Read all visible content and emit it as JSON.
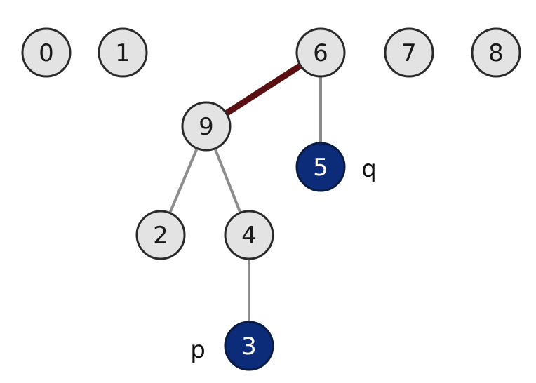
{
  "colors": {
    "node_fill": "#e3e3e3",
    "node_stroke": "#2a2a2a",
    "node_text": "#1a1a1a",
    "highlight_fill": "#0c2b78",
    "highlight_stroke": "#0b1c43",
    "highlight_text": "#ffffff",
    "edge": "#8d8d8d",
    "highlight_edge": "#5a1010"
  },
  "nodes": [
    {
      "id": "0",
      "label": "0",
      "highlighted": false
    },
    {
      "id": "1",
      "label": "1",
      "highlighted": false
    },
    {
      "id": "6",
      "label": "6",
      "highlighted": false
    },
    {
      "id": "7",
      "label": "7",
      "highlighted": false
    },
    {
      "id": "8",
      "label": "8",
      "highlighted": false
    },
    {
      "id": "9",
      "label": "9",
      "highlighted": false
    },
    {
      "id": "5",
      "label": "5",
      "highlighted": true
    },
    {
      "id": "2",
      "label": "2",
      "highlighted": false
    },
    {
      "id": "4",
      "label": "4",
      "highlighted": false
    },
    {
      "id": "3",
      "label": "3",
      "highlighted": true
    }
  ],
  "edges": [
    {
      "from": "9",
      "to": "6",
      "highlighted": true
    },
    {
      "from": "6",
      "to": "5",
      "highlighted": false
    },
    {
      "from": "9",
      "to": "2",
      "highlighted": false
    },
    {
      "from": "9",
      "to": "4",
      "highlighted": false
    },
    {
      "from": "4",
      "to": "3",
      "highlighted": false
    }
  ],
  "labels": {
    "q": "q",
    "p": "p"
  }
}
